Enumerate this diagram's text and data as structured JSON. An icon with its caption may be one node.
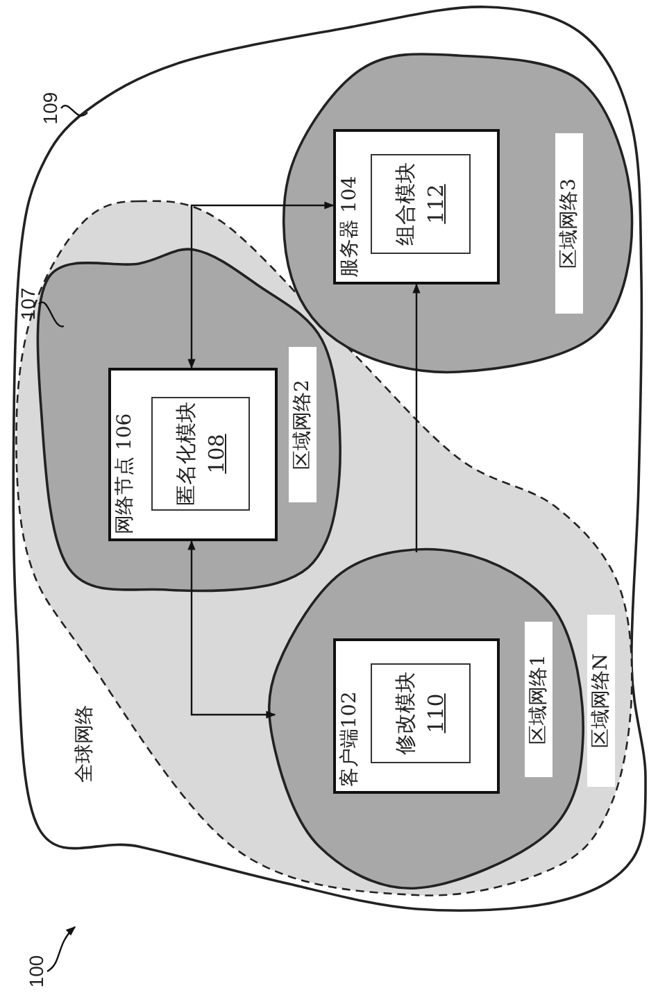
{
  "diagram": {
    "nodes": [
      {
        "text": [
          "全球网络"
        ]
      },
      {
        "text": [
          "区域网络N"
        ],
        "in": 0
      },
      {
        "text": [
          "区域网络2"
        ],
        "in": 1
      },
      {
        "text": [
          "网络节点 106"
        ],
        "in": 2
      },
      {
        "text": [
          "匿名化模块",
          "108"
        ],
        "in": 3
      },
      {
        "text": [
          "区域网络1"
        ],
        "in": 1
      },
      {
        "text": [
          "客户端102"
        ],
        "in": 5
      },
      {
        "text": [
          "修改模块",
          "110"
        ],
        "in": 6
      },
      {
        "text": [
          "区域网络3"
        ],
        "in": 0
      },
      {
        "text": [
          "服务器 104"
        ],
        "in": 8
      },
      {
        "text": [
          "组合模块",
          "112"
        ],
        "in": 9
      },
      {
        "text": [
          "109"
        ]
      },
      {
        "text": [
          "107"
        ],
        "in": 0
      },
      {
        "text": [
          "100"
        ]
      }
    ],
    "edges": [
      {
        "from": 3,
        "to": 9,
        "arrow": "both"
      },
      {
        "from": 3,
        "to": 5,
        "arrow": "both"
      },
      {
        "from": 5,
        "to": 9,
        "arrow": "to"
      },
      {
        "from": 11,
        "to": 0,
        "arrow": "none"
      },
      {
        "from": 12,
        "to": 1,
        "arrow": "none"
      },
      {
        "from": 13,
        "to": null,
        "arrow": "to"
      }
    ]
  }
}
